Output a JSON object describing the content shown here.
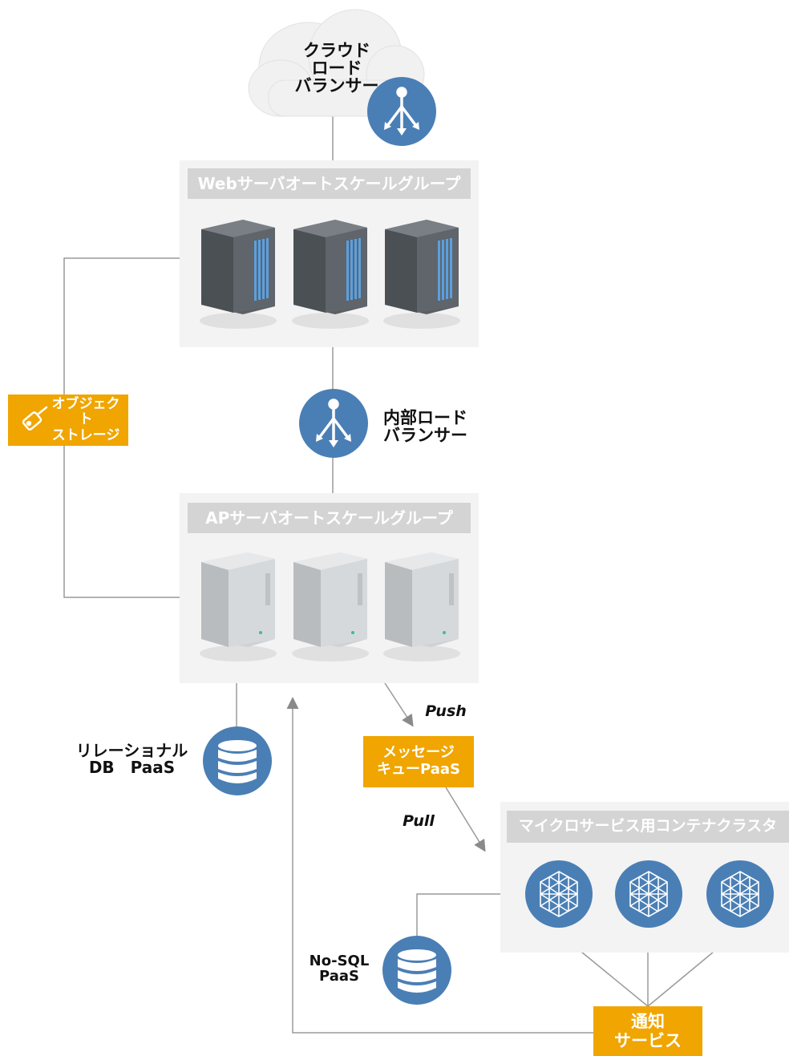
{
  "cloud_lb": {
    "label": "クラウド\nロード\nバランサー"
  },
  "web_group": {
    "title": "Webサーバオートスケールグループ"
  },
  "internal_lb": {
    "label": "内部ロード\nバランサー"
  },
  "object_storage": {
    "label": "オブジェクト\nストレージ"
  },
  "ap_group": {
    "title": "APサーバオートスケールグループ"
  },
  "relational_db": {
    "label": "リレーショナル\nDB　PaaS"
  },
  "push": {
    "label": "Push"
  },
  "message_queue": {
    "label": "メッセージ\nキューPaaS"
  },
  "pull": {
    "label": "Pull"
  },
  "micro_cluster": {
    "title": "マイクロサービス用コンテナクラスタ"
  },
  "nosql": {
    "label": "No-SQL\nPaaS"
  },
  "notification": {
    "label": "通知\nサービス"
  },
  "colors": {
    "accent_blue": "#4a7fb5",
    "orange": "#f0a500",
    "panel_bg": "#f3f3f3",
    "title_bg": "#d4d4d4",
    "line": "#9a9a9a"
  }
}
